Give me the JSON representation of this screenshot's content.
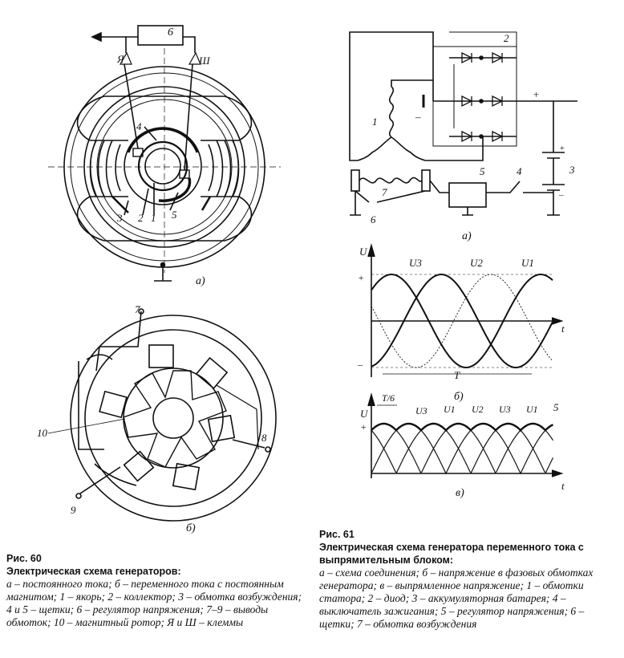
{
  "fig60": {
    "label_a": "а)",
    "label_b": "б)",
    "callouts": [
      "1",
      "2",
      "3",
      "4",
      "5",
      "6",
      "7",
      "8",
      "9",
      "10",
      "Я",
      "Ш"
    ],
    "caption_num": "Рис. 60",
    "caption_title": "Электрическая схема генераторов:",
    "caption_desc": "а – постоянного тока; б – переменного тока с постоянным магнитом; 1 – якорь; 2 – коллектор; 3 – обмотка возбуждения; 4 и 5 – щетки; 6 – регулятор напряжения; 7–9 – выводы обмоток; 10 – магнитный ротор; Я и Ш – клеммы"
  },
  "fig61": {
    "label_a": "а)",
    "label_b": "б)",
    "label_c": "в)",
    "callouts": [
      "1",
      "2",
      "3",
      "4",
      "5",
      "6",
      "7",
      "+",
      "–"
    ],
    "axis_u": "U",
    "axis_t": "t",
    "plus": "+",
    "minus": "–",
    "period": "T",
    "sixth": "T/6",
    "u1": "U1",
    "u2": "U2",
    "u3": "U3",
    "caption_num": "Рис. 61",
    "caption_title": "Электрическая схема генератора переменного тока с выпрямительным блоком:",
    "caption_desc": "а – схема соединения; б – напряжение в фазовых обмотках генератора; в – выпрямленное напряжение; 1 – обмотки статора; 2 – диод; 3 – аккумуляторная батарея; 4 – выключатель зажигания; 5 – регулятор напряжения; 6 – щетки; 7 – обмотка возбуждения"
  }
}
